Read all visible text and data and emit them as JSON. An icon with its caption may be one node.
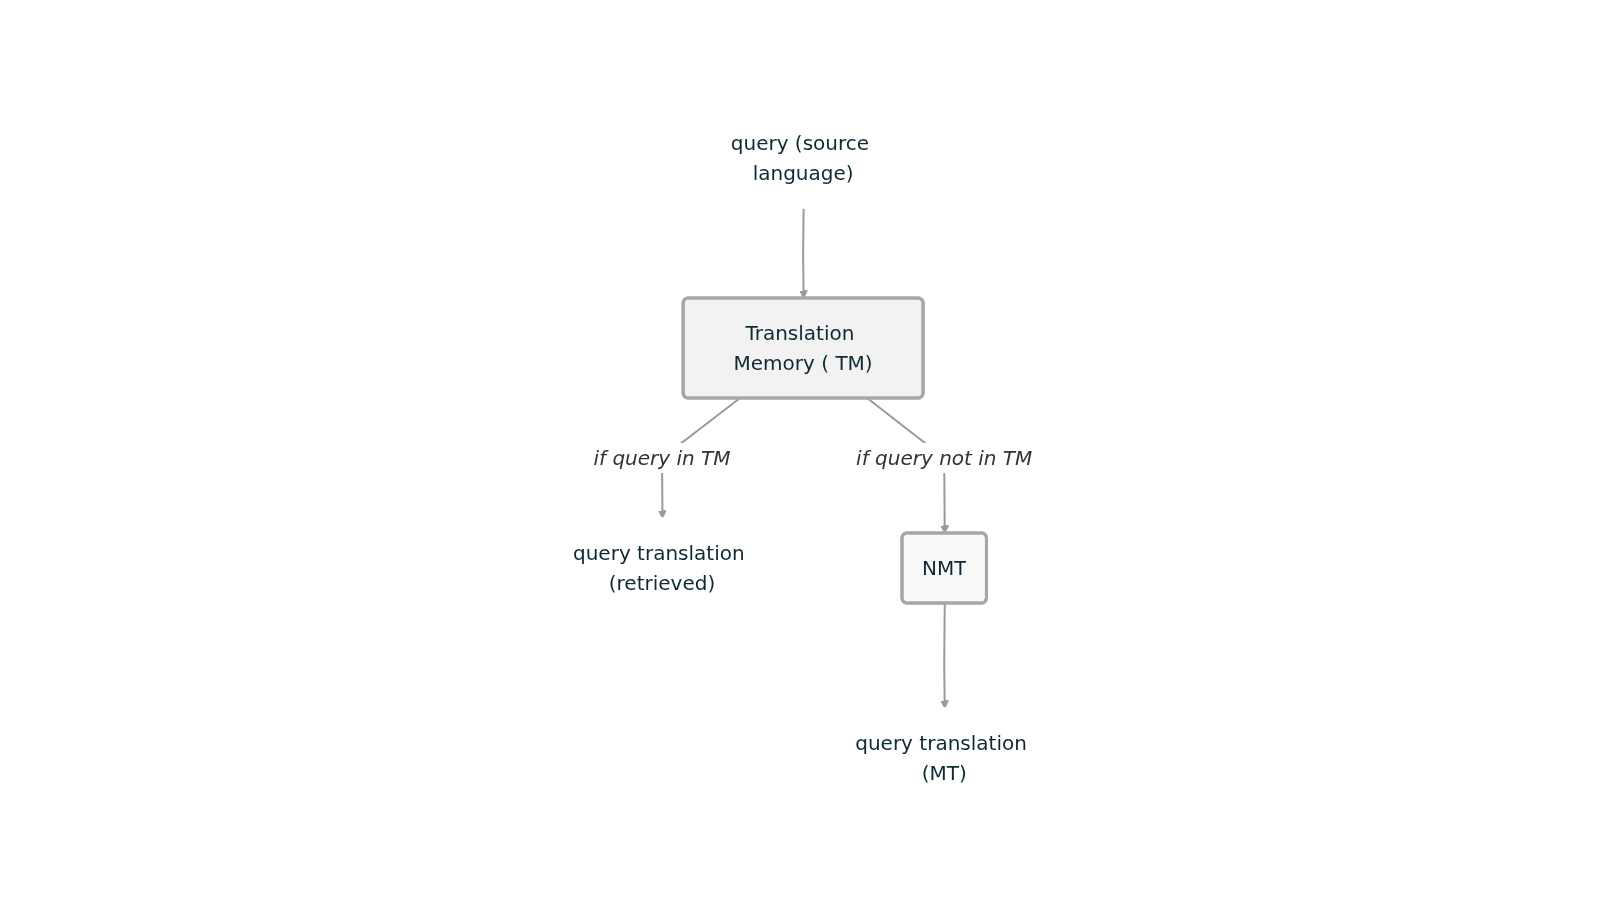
{
  "diagram": {
    "nodes": [
      {
        "text": [
          "query (source language)"
        ]
      },
      {
        "text": [
          "Translation Memory ( TM)"
        ]
      },
      {
        "text": [
          "query translation (retrieved)"
        ]
      },
      {
        "text": [
          "NMT"
        ]
      },
      {
        "text": [
          "query translation (MT)"
        ]
      }
    ],
    "edges": [
      {
        "from": 0,
        "to": 1,
        "arrow": "to"
      },
      {
        "from": 1,
        "to": 2,
        "label": "if query in TM",
        "arrow": "to"
      },
      {
        "from": 1,
        "to": 3,
        "label": "if query not in TM",
        "arrow": "to"
      },
      {
        "from": 3,
        "to": 4,
        "arrow": "to"
      }
    ]
  }
}
